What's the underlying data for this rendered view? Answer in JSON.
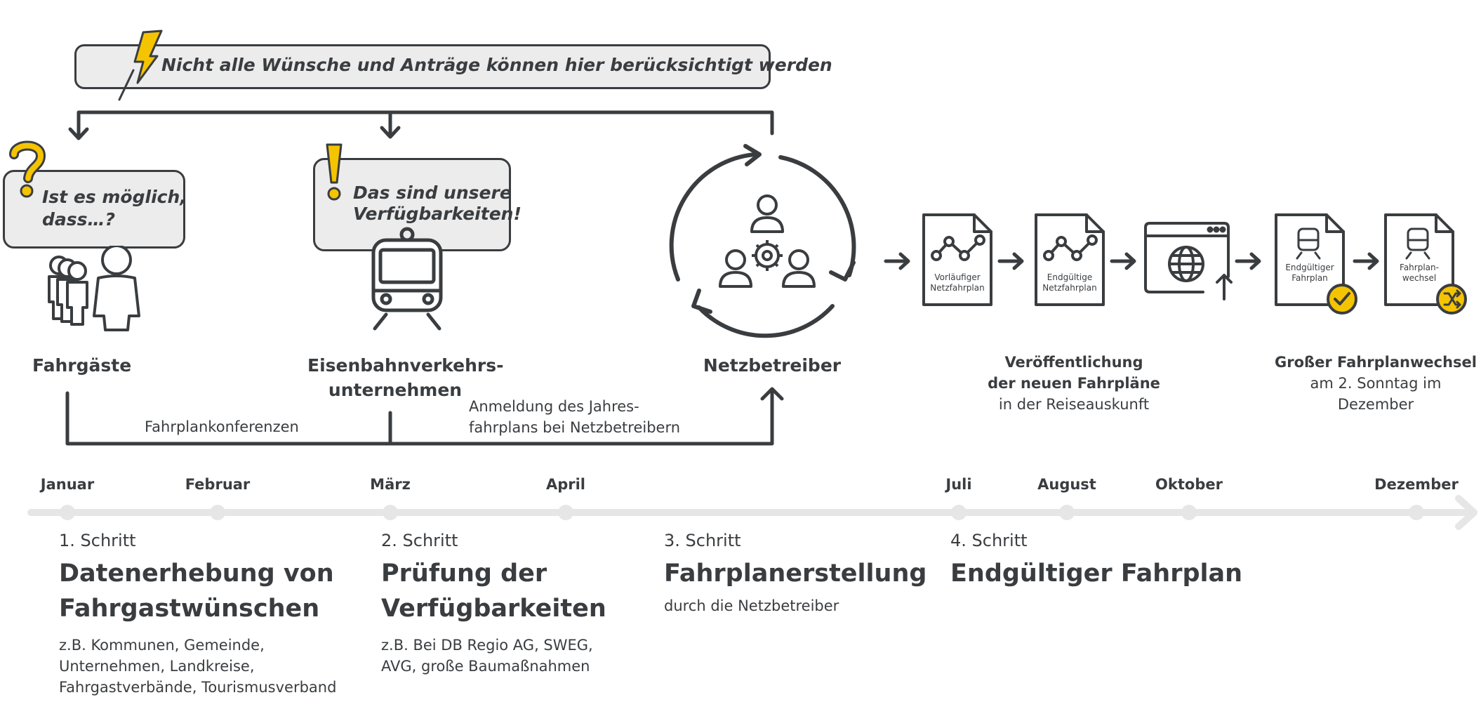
{
  "banner": {
    "text": "Nicht alle Wünsche und Anträge können hier berücksichtigt werden"
  },
  "actors": {
    "passengers": {
      "bubble_line1": "Ist es möglich,",
      "bubble_line2": "dass…?",
      "label": "Fahrgäste"
    },
    "railway": {
      "bubble_line1": "Das sind unsere",
      "bubble_line2": "Verfügbarkeiten!",
      "label_line1": "Eisenbahnverkehrs-",
      "label_line2": "unternehmen"
    },
    "network": {
      "label": "Netzbetreiber"
    }
  },
  "flow": {
    "conferences": "Fahrplankonferenzen",
    "registration_line1": "Anmeldung des Jahres-",
    "registration_line2": "fahrplans bei Netzbetreibern"
  },
  "documents": [
    {
      "line1": "Vorläufiger",
      "line2": "Netzfahrplan",
      "icon": "route-graph-icon"
    },
    {
      "line1": "Endgültige",
      "line2": "Netzfahrplan",
      "icon": "route-graph-icon"
    },
    {
      "icon": "browser-globe-icon"
    },
    {
      "line1": "Endgültiger",
      "line2": "Fahrplan",
      "icon": "train-check-icon"
    },
    {
      "line1": "Fahrplan-",
      "line2": "wechsel",
      "icon": "train-shuffle-icon"
    }
  ],
  "publication": {
    "line1": "Veröffentlichung",
    "line2": "der neuen Fahrpläne",
    "line3": "in der Reiseauskunft"
  },
  "changeover": {
    "line1": "Großer Fahrplanwechsel",
    "line2": "am 2. Sonntag im",
    "line3": "Dezember"
  },
  "timeline": {
    "months": [
      "Januar",
      "Februar",
      "März",
      "April",
      "Juli",
      "August",
      "Oktober",
      "Dezember"
    ]
  },
  "steps": [
    {
      "label": "1. Schritt",
      "title_line1": "Datenerhebung von",
      "title_line2": "Fahrgastwünschen",
      "desc_line1": "z.B. Kommunen, Gemeinde,",
      "desc_line2": "Unternehmen, Landkreise,",
      "desc_line3": "Fahrgastverbände, Tourismusverband"
    },
    {
      "label": "2. Schritt",
      "title_line1": "Prüfung der",
      "title_line2": "Verfügbarkeiten",
      "desc_line1": "z.B. Bei DB Regio AG, SWEG,",
      "desc_line2": "AVG, große Baumaßnahmen"
    },
    {
      "label": "3. Schritt",
      "title_line1": "Fahrplanerstellung",
      "desc_line1": "durch die Netzbetreiber"
    },
    {
      "label": "4. Schritt",
      "title_line1": "Endgültiger Fahrplan"
    }
  ],
  "colors": {
    "accent": "#f5c400",
    "stroke": "#3a3d40",
    "bubble": "#ececec",
    "timeline": "#e6e6e6"
  }
}
